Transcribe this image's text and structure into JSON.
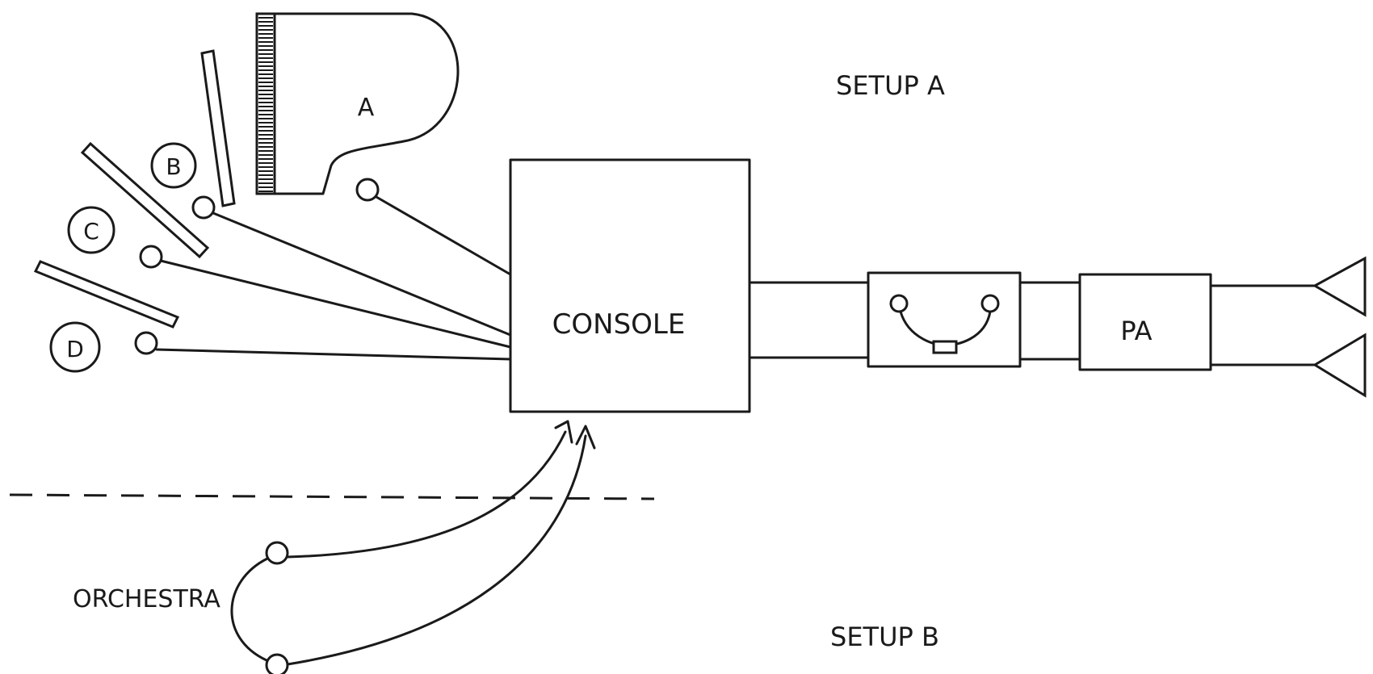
{
  "labels": {
    "setup_a": "SETUP A",
    "setup_b": "SETUP B",
    "console": "CONSOLE",
    "pa": "PA",
    "piano": "A",
    "source_b": "B",
    "source_c": "C",
    "source_d": "D",
    "orchestra": "ORCHESTRA"
  },
  "colors": {
    "ink": "#1a1a1a",
    "paper": "#ffffff"
  },
  "icons": {
    "piano": "grand-piano-icon",
    "microphone": "microphone-icon",
    "speaker": "loudspeaker-icon",
    "tape_machine": "tape-recorder-icon"
  }
}
